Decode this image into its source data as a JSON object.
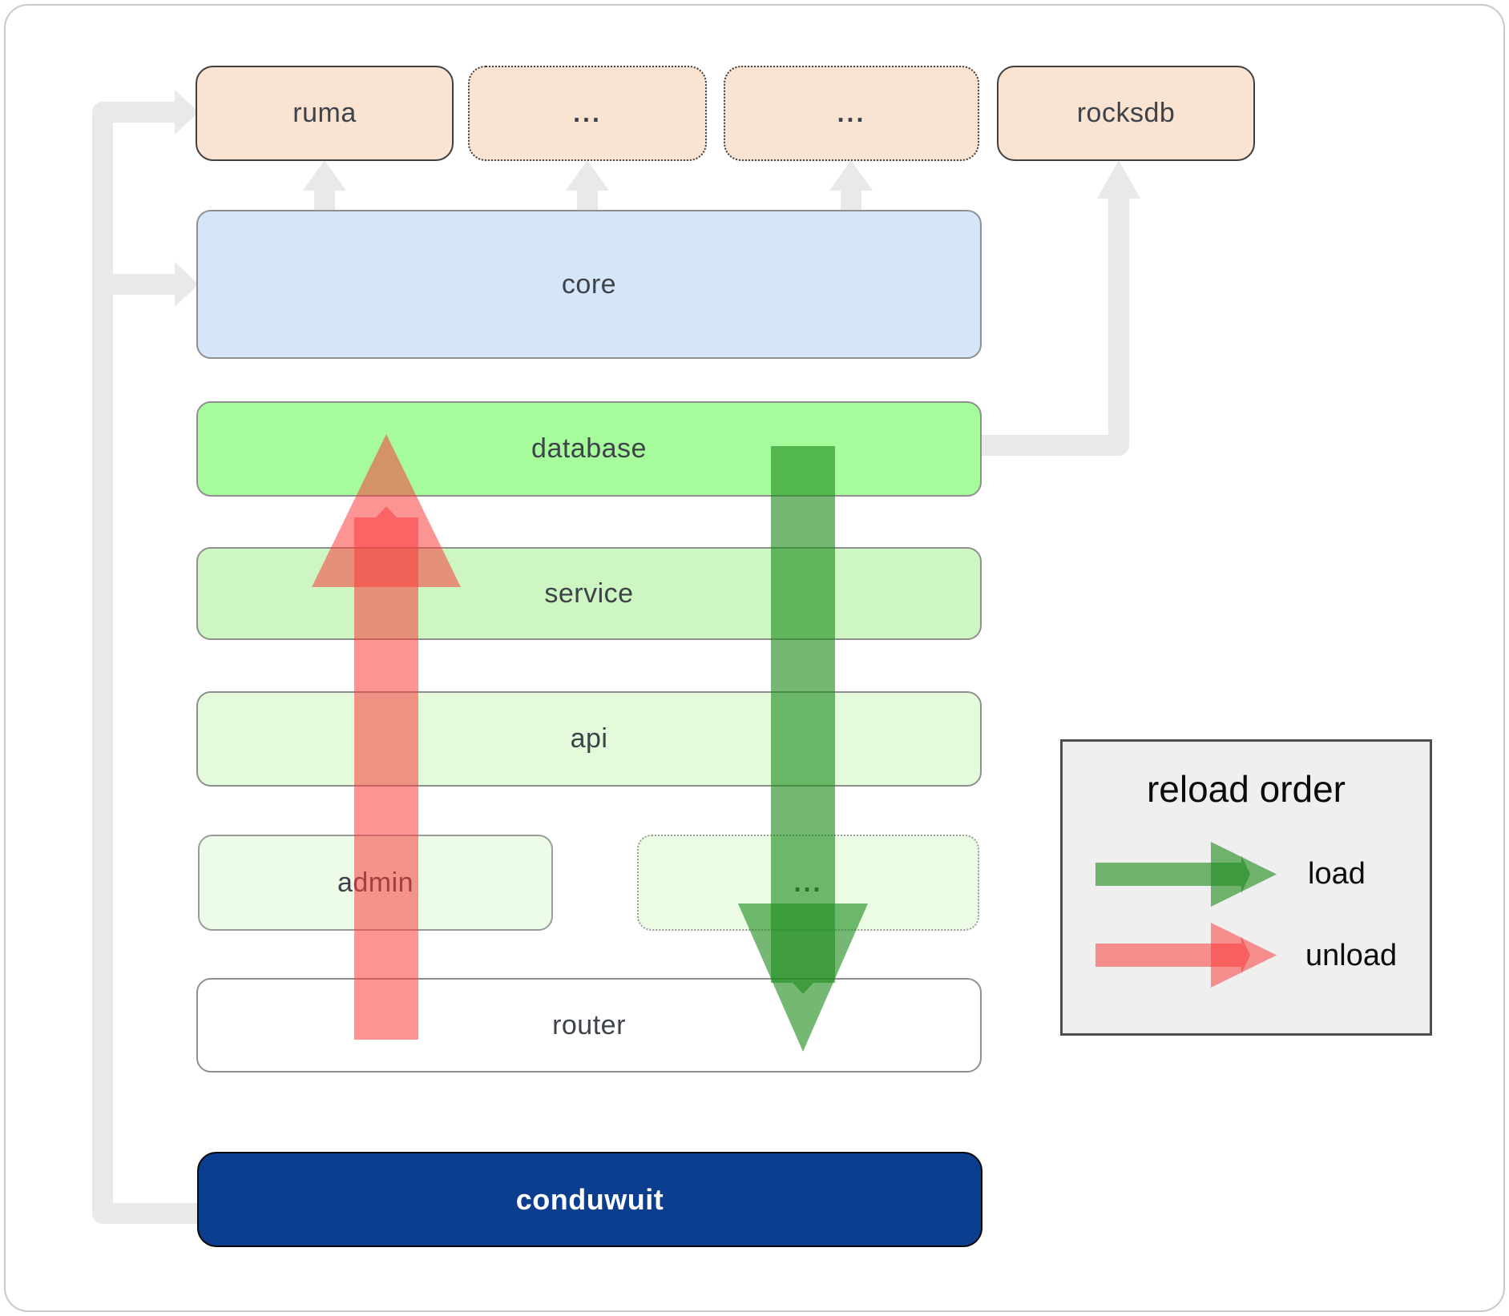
{
  "boxes": {
    "ruma": "ruma",
    "dots_top_left": "...",
    "dots_top_right": "...",
    "rocksdb": "rocksdb",
    "core": "core",
    "database": "database",
    "service": "service",
    "api": "api",
    "admin": "admin",
    "dots_bottom": "...",
    "router": "router",
    "conduwuit": "conduwuit"
  },
  "legend": {
    "title": "reload order",
    "load_label": "load",
    "unload_label": "unload"
  },
  "colors": {
    "load_green": "rgba(30,140,30,0.62)",
    "unload_red": "rgba(250,60,60,0.55)",
    "connector_gray": "#e9e9e9",
    "box_peach": "#fbe3d1",
    "box_blue": "#d4e6f8",
    "box_green_bright": "#a6fb9b",
    "box_green_light": "#cdf6c3",
    "box_green_lighter": "#e3fbda",
    "box_green_faint": "#edfce7",
    "box_navy": "#0c3e90",
    "legend_bg": "#efefef",
    "label_text": "#3e424a"
  }
}
